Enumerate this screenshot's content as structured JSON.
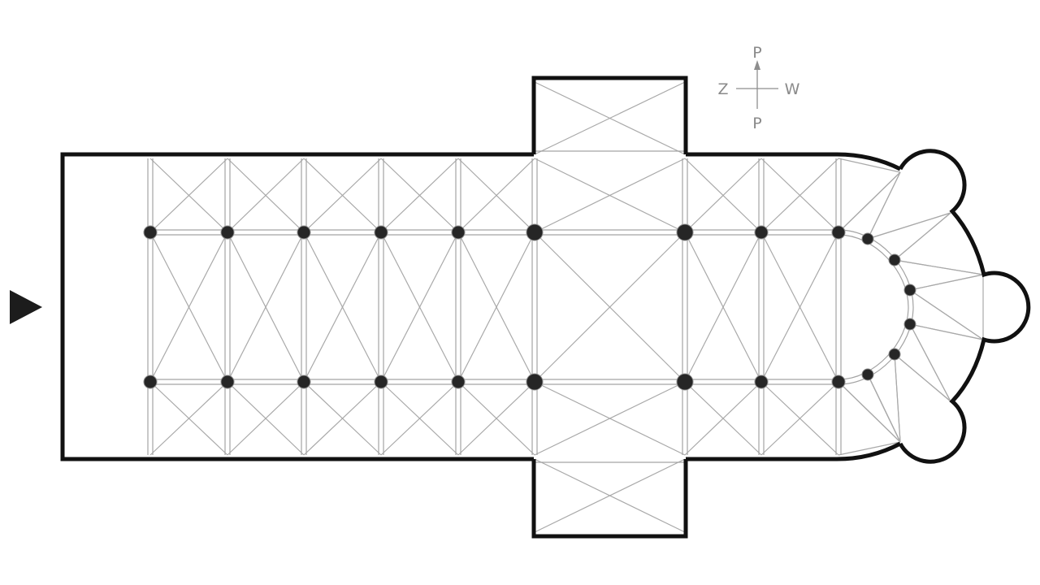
{
  "compass": {
    "north": "P",
    "south": "P",
    "west": "Z",
    "east": "W"
  },
  "colors": {
    "wall": "#111111",
    "rib": "#a9a9a9",
    "pier": "#262626",
    "compass": "#8a8a8a"
  },
  "icons": {
    "entrance": "entrance-arrow-icon",
    "compass": "compass-rose-icon"
  }
}
